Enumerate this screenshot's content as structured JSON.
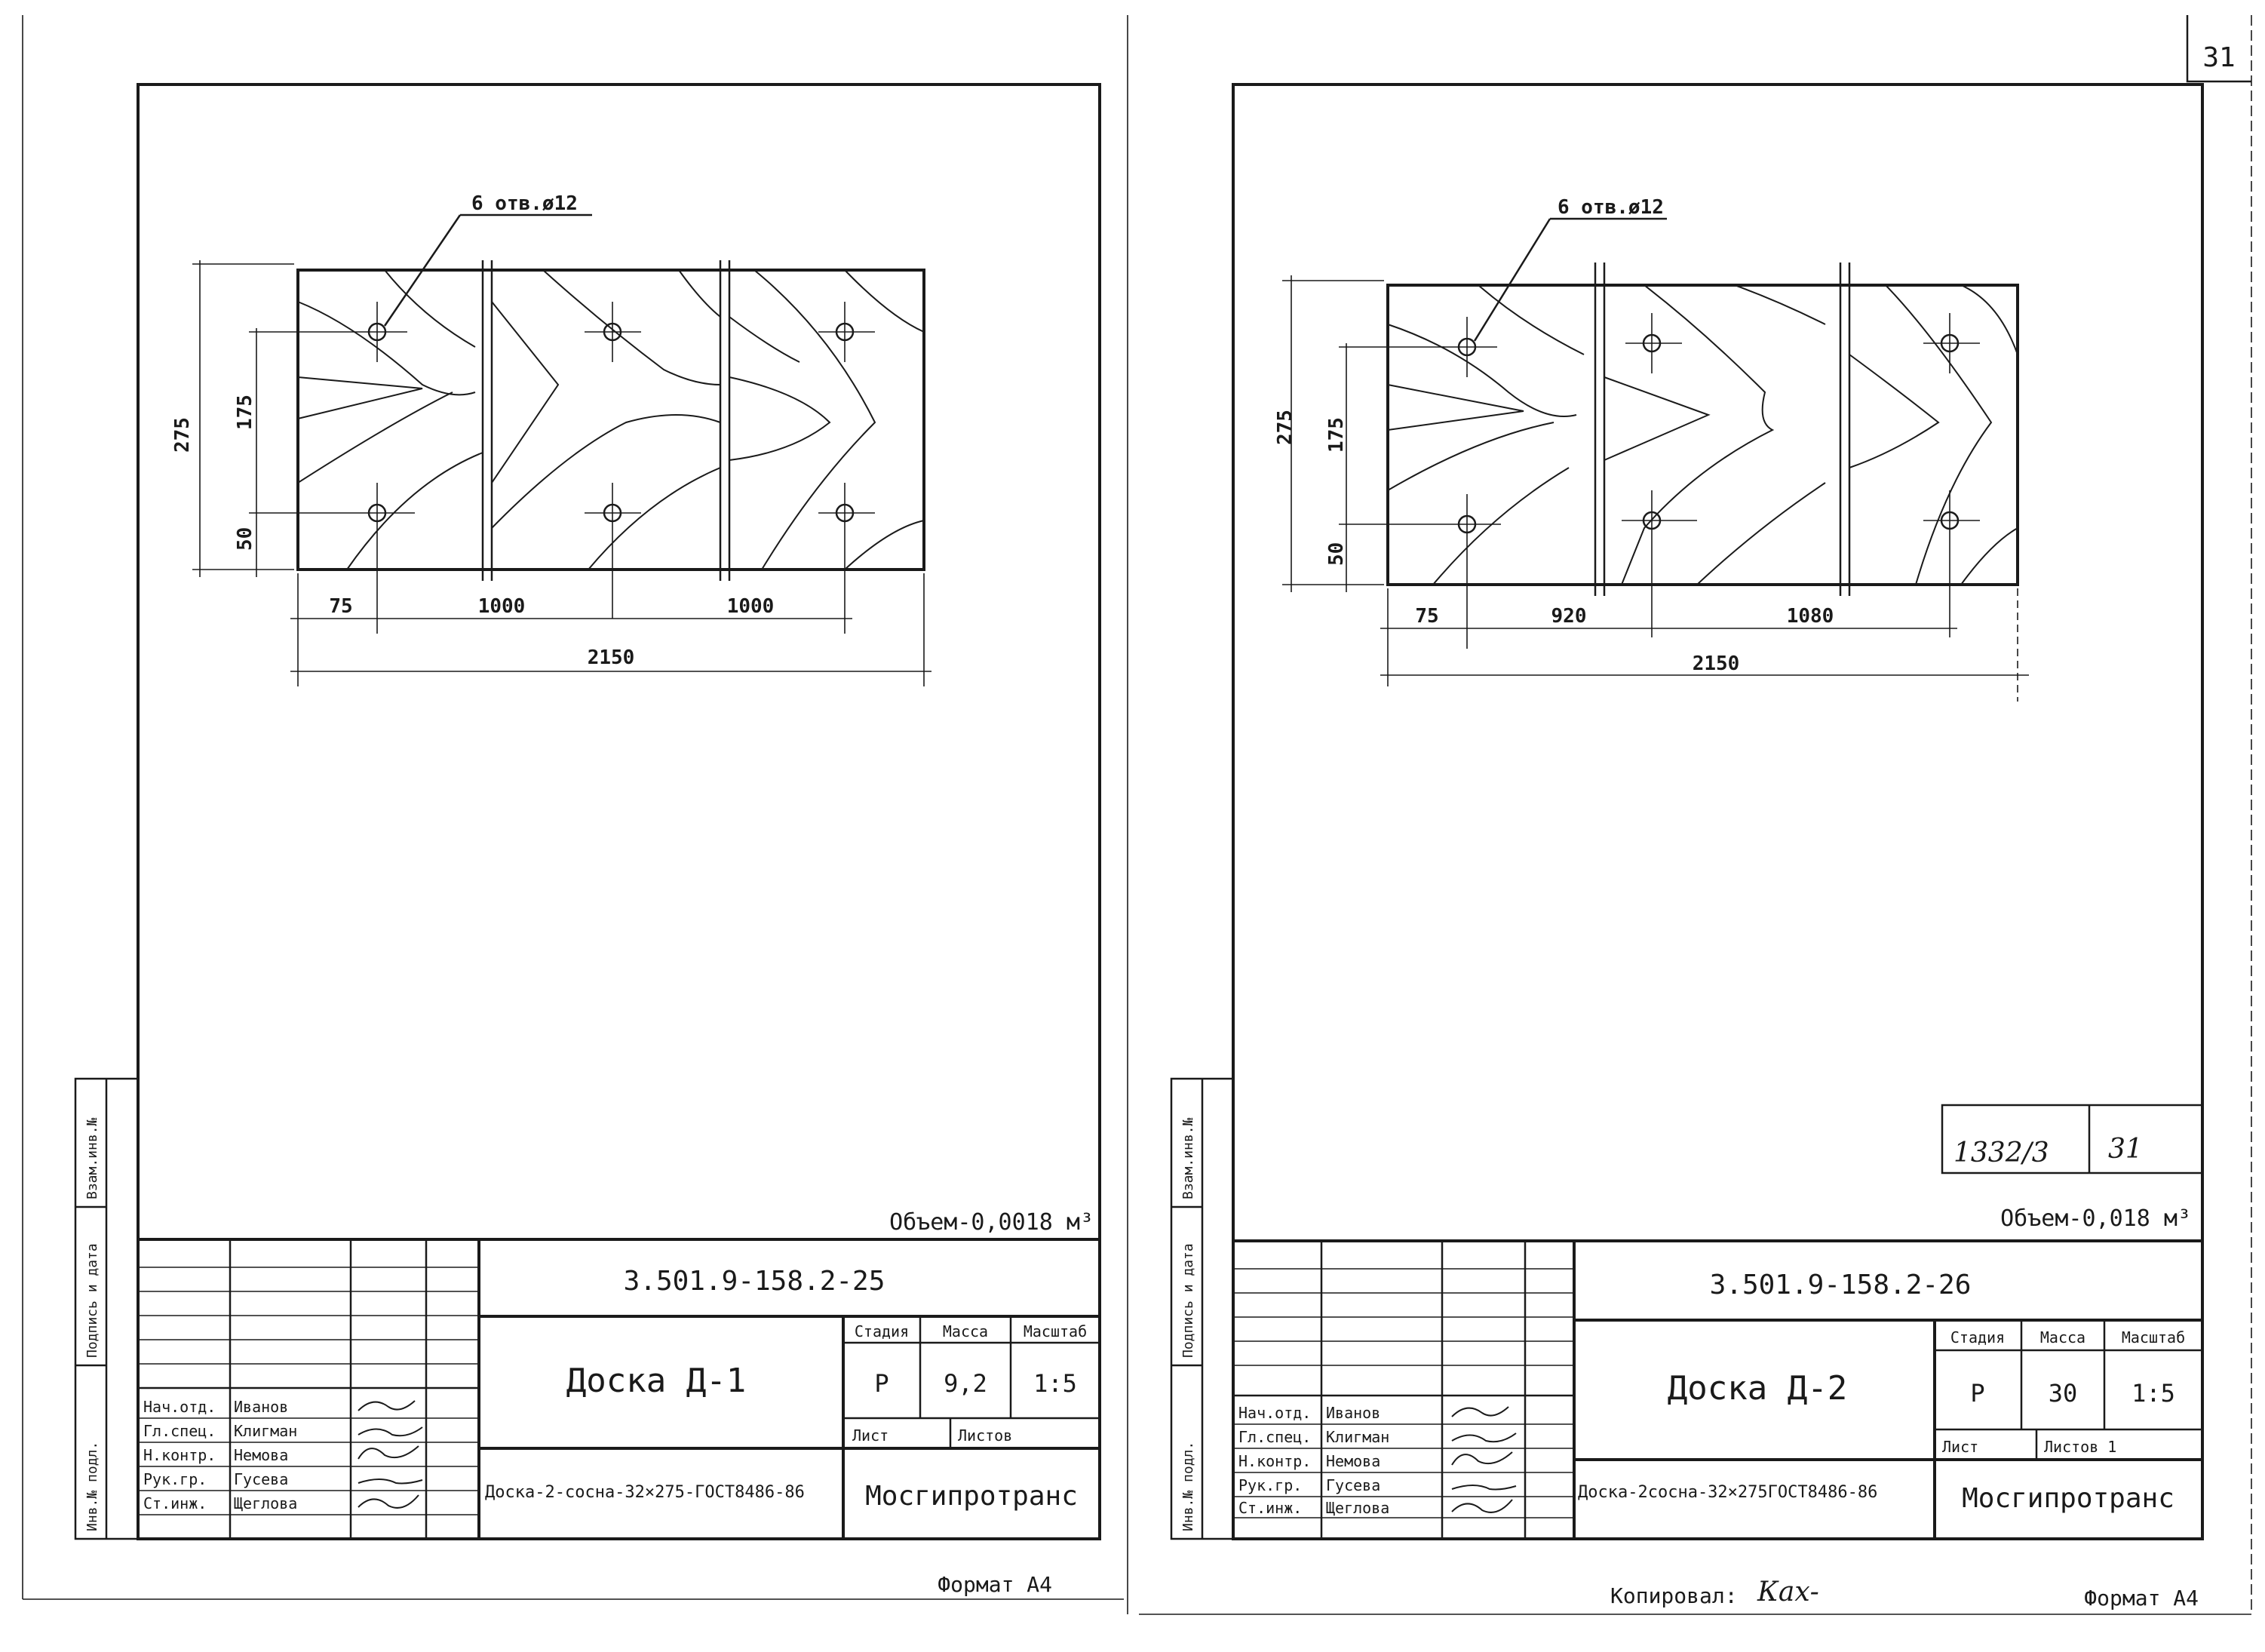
{
  "page_number": "31",
  "sheets": [
    {
      "hole_callout": "6 отв.ø12",
      "dims": {
        "h_total": "275",
        "h_mid": "175",
        "h_low": "50",
        "w_a": "75",
        "w_b": "1000",
        "w_c": "1000",
        "w_total": "2150"
      },
      "volume": "Объем-0,0018 м³",
      "doc_code": "3.501.9-158.2-25",
      "name": "Доска Д-1",
      "material": "Доска-2-сосна-32×275-ГОСТ8486-86",
      "org": "Мосгипротранс",
      "stage_label": "Стадия",
      "mass_label": "Масса",
      "scale_label": "Масштаб",
      "stage": "Р",
      "mass": "9,2",
      "scale": "1:5",
      "sheet_label": "Лист",
      "sheets_label": "Листов",
      "staff": [
        {
          "role": "Нач.отд.",
          "name": "Иванов"
        },
        {
          "role": "Гл.спец.",
          "name": "Клигман"
        },
        {
          "role": "Н.контр.",
          "name": "Немова"
        },
        {
          "role": "Рук.гр.",
          "name": "Гусева"
        },
        {
          "role": "Ст.инж.",
          "name": "Щеглова"
        }
      ],
      "side_labels": [
        "Взам.инв.№",
        "Подпись и дата",
        "Инв.№ подл."
      ],
      "format": "Формат А4"
    },
    {
      "hole_callout": "6 отв.ø12",
      "dims": {
        "h_total": "275",
        "h_mid": "175",
        "h_low": "50",
        "w_a": "75",
        "w_b": "920",
        "w_c": "1080",
        "w_total": "2150"
      },
      "volume": "Объем-0,018 м³",
      "doc_code": "3.501.9-158.2-26",
      "name": "Доска Д-2",
      "material": "Доска-2сосна-32×275ГОСТ8486-86",
      "org": "Мосгипротранс",
      "stage_label": "Стадия",
      "mass_label": "Масса",
      "scale_label": "Масштаб",
      "stage": "Р",
      "mass": "30",
      "scale": "1:5",
      "sheet_label": "Лист",
      "sheets_label": "Листов 1",
      "staff": [
        {
          "role": "Нач.отд.",
          "name": "Иванов"
        },
        {
          "role": "Гл.спец.",
          "name": "Клигман"
        },
        {
          "role": "Н.контр.",
          "name": "Немова"
        },
        {
          "role": "Рук.гр.",
          "name": "Гусева"
        },
        {
          "role": "Ст.инж.",
          "name": "Щеглова"
        }
      ],
      "side_labels": [
        "Взам.инв.№",
        "Подпись и дата",
        "Инв.№ подл."
      ],
      "stamp_left": "1332/3",
      "stamp_right": "31",
      "format": "Формат А4",
      "copied_by": "Копировал:",
      "copied_sign": "Ках-"
    }
  ]
}
